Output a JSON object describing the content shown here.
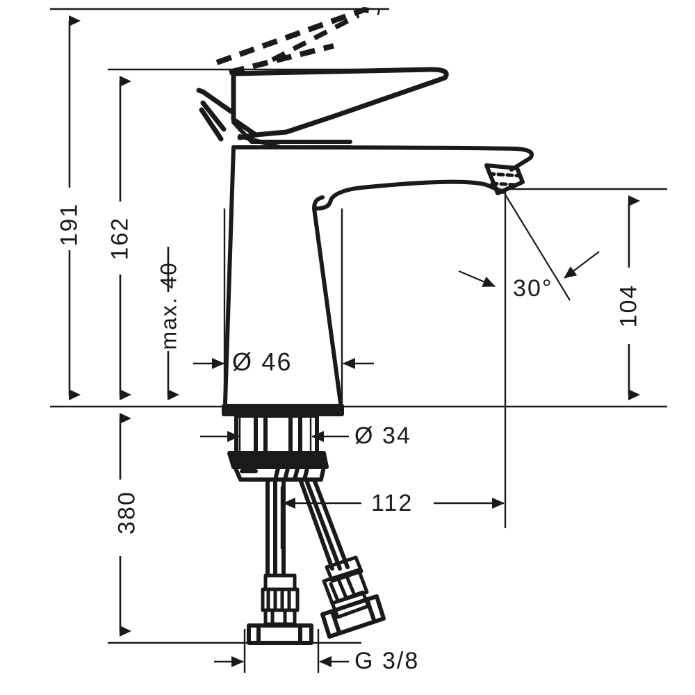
{
  "drawing": {
    "title": "Single lever basin mixer technical dimension drawing",
    "units": "mm",
    "line_color": "#1a1a1a",
    "background": "#ffffff",
    "product_silhouette": "basin-mixer-faucet"
  },
  "dimensions": {
    "total_height": {
      "value": "191",
      "orientation": "vertical",
      "unit": "mm"
    },
    "spout_height": {
      "value": "162",
      "orientation": "vertical",
      "unit": "mm"
    },
    "max_deck_thickness": {
      "value": "max. 40",
      "orientation": "vertical",
      "unit": "mm"
    },
    "body_diameter": {
      "value": "Ø 46",
      "orientation": "horizontal",
      "unit": "mm"
    },
    "shank_diameter": {
      "value": "Ø 34",
      "orientation": "horizontal",
      "unit": "mm"
    },
    "spout_reach": {
      "value": "104",
      "orientation": "vertical",
      "unit": "mm"
    },
    "spout_projection": {
      "value": "112",
      "orientation": "horizontal",
      "unit": "mm"
    },
    "hose_length": {
      "value": "380",
      "orientation": "vertical",
      "unit": "mm"
    },
    "aerator_angle": {
      "value": "30°",
      "orientation": "angular",
      "unit": "degrees"
    },
    "connection_thread": {
      "value": "G 3/8",
      "orientation": "horizontal",
      "unit": "inch"
    }
  },
  "labels": [
    {
      "name": "total-height-191",
      "text": "191"
    },
    {
      "name": "spout-height-162",
      "text": "162"
    },
    {
      "name": "max-deck-40",
      "text": "max. 40"
    },
    {
      "name": "body-diameter-46",
      "text": "Ø 46"
    },
    {
      "name": "shank-diameter-34",
      "text": "Ø 34"
    },
    {
      "name": "spout-reach-104",
      "text": "104"
    },
    {
      "name": "spout-projection-112",
      "text": "112"
    },
    {
      "name": "hose-length-380",
      "text": "380"
    },
    {
      "name": "aerator-angle-30",
      "text": "30°"
    },
    {
      "name": "thread-size-g38",
      "text": "G 3/8"
    }
  ]
}
